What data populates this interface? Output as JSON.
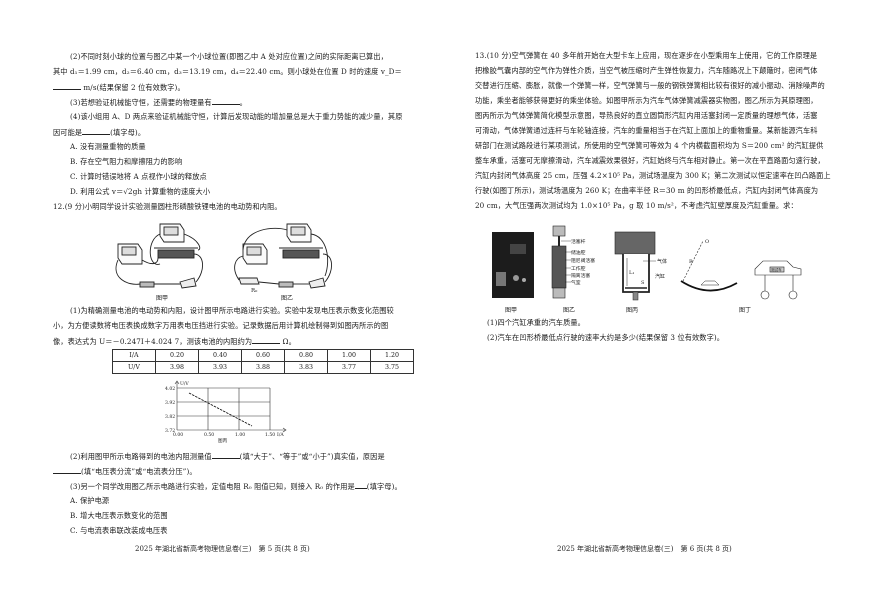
{
  "left_page": {
    "q11_part2": {
      "line1": "(2)不同时刻小球的位置与图乙中某一个小球位置(即图乙中 A 处对应位置)之间的实际距离已算出，",
      "line2": "其中 d₁＝1.99 cm，d₂＝6.40 cm，d₃＝13.19 cm，d₄＝22.40 cm。则小球处在位置 D 时的速度 v_D＝",
      "line3_suffix": " m/s(结果保留 2 位有效数字)。"
    },
    "q11_part3": {
      "text": "(3)若想验证机械能守恒，还需要的物理量有",
      "suffix": "。"
    },
    "q11_part4": {
      "line1": "(4)该小组用 A、D 两点来验证机械能守恒，计算后发现动能的增加量总是大于重力势能的减少量，其原",
      "line2_prefix": "因可能是",
      "line2_suffix": "(填字母)。",
      "options": [
        "A. 没有测量重物的质量",
        "B. 存在空气阻力和摩擦阻力的影响",
        "C. 计算时错误地将 A 点视作小球的释放点",
        "D. 利用公式 v＝√2gh 计算重物的速度大小"
      ]
    },
    "q12": {
      "header": "12.(9 分)小明同学设计实验测量圆柱形磷酸铁锂电池的电动势和内阻。",
      "fig_jia_caption": "图甲",
      "fig_yi_caption": "图乙",
      "fig_yi_label_r0": "R₀",
      "part1_line1": "(1)为精确测量电池的电动势和内阻，设计图甲所示电路进行实验。实验中发现电压表示数变化范围较",
      "part1_line2": "小，为方便读数将电压表换成数字万用表电压挡进行实验。记录数据后用计算机绘制得到如图丙所示的图",
      "part1_line3_prefix": "像，表达式为 U＝－0.247I＋4.024 7，测该电池的内阻约为",
      "part1_line3_suffix": " Ω。",
      "table": {
        "rows": [
          {
            "header": "I/A",
            "values": [
              "0.20",
              "0.40",
              "0.60",
              "0.80",
              "1.00",
              "1.20"
            ]
          },
          {
            "header": "U/V",
            "values": [
              "3.98",
              "3.93",
              "3.88",
              "3.83",
              "3.77",
              "3.75"
            ]
          }
        ]
      },
      "graph": {
        "y_label": "U/V",
        "x_label": "I/A",
        "y_ticks": [
          "4.02",
          "3.92",
          "3.82",
          "3.72"
        ],
        "x_ticks": [
          "0.00",
          "0.50",
          "1.00",
          "1.50"
        ],
        "caption": "图丙"
      },
      "part2_line1_prefix": "(2)利用图甲所示电路得到的电池内阻测量值",
      "part2_line1_suffix": "(填“大于”、“等于”或“小于”)真实值，原因是",
      "part2_line2_suffix": "(填“电压表分流”或“电流表分压”)。",
      "part3_text": "(3)另一个同学改用图乙所示电路进行实验，定值电阻 R₀ 阻值已知，则接入 R₀ 的作用是",
      "part3_suffix": "(填字母)。",
      "part3_options": [
        "A. 保护电源",
        "B. 增大电压表示数变化的范围",
        "C. 与电流表串联改装成电压表"
      ]
    },
    "footer": "2025 年湖北省新高考物理信息卷(三)　第 5 页(共 8 页)"
  },
  "right_page": {
    "q13": {
      "lines": [
        "13.(10 分)空气弹簧在 40 多年前开始在大型卡车上应用，现在逐步在小型乘用车上使用，它的工作原理是",
        "把橡胶气囊内部的空气作为弹性介质，当空气被压缩时产生弹性恢复力，汽车随路况上下颠簸时，密闭气体",
        "交替进行压缩、膨胀，就像一个弹簧一样，空气弹簧与一般的钢铁弹簧相比较有很好的减小振动、消除噪声的",
        "功能，乘坐者能够获得更好的乘坐体验。如图甲所示为汽车气体弹簧减震器实物图，图乙所示为其原理图，",
        "图丙所示为气体弹簧简化模型示意图，导热良好的直立圆筒形汽缸内用活塞封闭一定质量的理想气体，活塞",
        "可滑动，气体弹簧通过连杆与车轮轴连接，汽车的重量相当于在汽缸上面加上的重物重量。某新能源汽车科",
        "研部门在测试路段进行某项测试，所使用的空气弹簧可等效为 4 个内横截面积均为 S＝200 cm² 的汽缸提供",
        "整车承重，活塞可无摩擦滑动，汽车减震效果很好，汽缸始终与汽车相对静止。第一次在平直路面匀速行驶，",
        "汽缸内封闭气体高度 25 cm，压强 4.2×10⁵ Pa，测试场温度为 300 K；第二次测试以恒定速率在凹凸路面上",
        "行驶(如图丁所示)，测试场温度为 260 K；在曲率半径 R＝30 m 的凹形桥最低点，汽缸内封闭气体高度为",
        "20 cm，大气压强两次测试均为 1.0×10⁵ Pa，g 取 10 m/s²，不考虑汽缸壁厚度及汽缸重量。求："
      ],
      "figures": {
        "jia_caption": "图甲",
        "yi_caption": "图乙",
        "yi_labels": [
          "活塞杆",
          "储油腔",
          "阻尼阀活塞",
          "工作腔",
          "隔离活塞",
          "气室"
        ],
        "bing_caption": "图丙",
        "bing_labels": {
          "gas": "气体",
          "cylinder": "汽缸",
          "height": "L₁",
          "area": "S"
        },
        "ding_caption": "图丁",
        "ding_labels": {
          "center": "O",
          "radius": "R",
          "car_label": "测试车"
        }
      },
      "questions": [
        "(1)四个汽缸承重的汽车质量。",
        "(2)汽车在凹形桥最低点行驶的速率大约是多少(结果保留 3 位有效数字)。"
      ]
    },
    "footer": "2025 年湖北省新高考物理信息卷(三)　第 6 页(共 8 页)"
  }
}
